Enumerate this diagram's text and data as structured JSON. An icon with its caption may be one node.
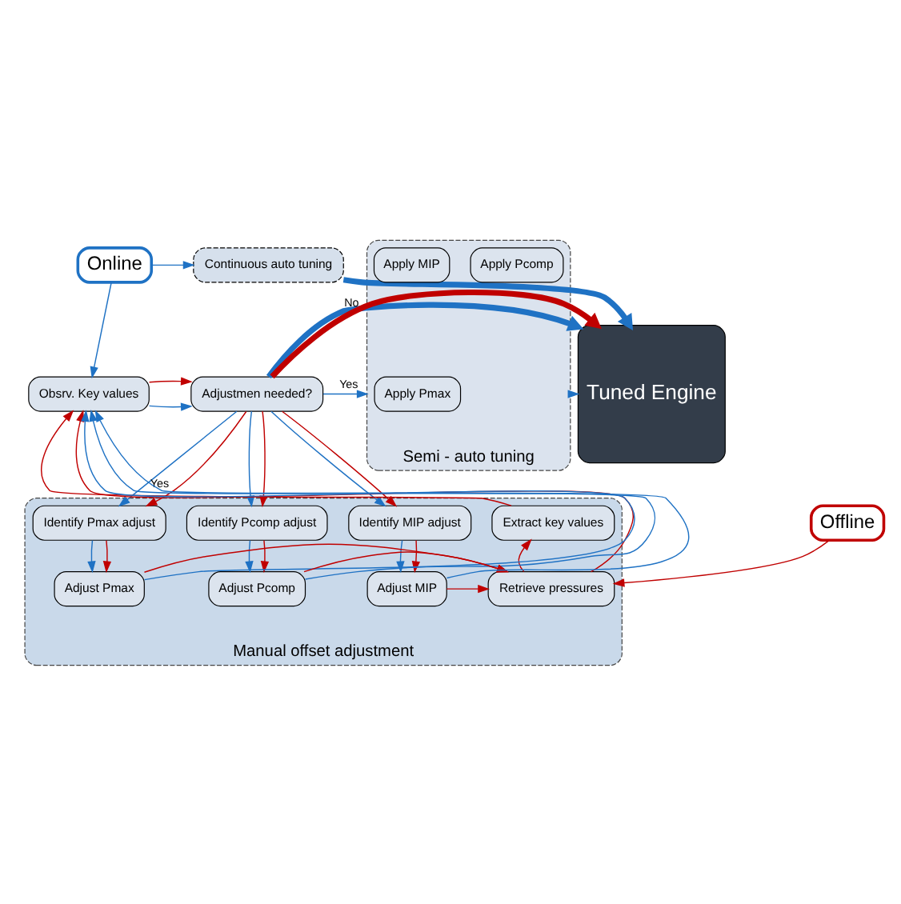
{
  "diagram": {
    "nodes": [
      {
        "text": [
          "Online"
        ]
      },
      {
        "text": [
          "Continuous auto tuning"
        ]
      },
      {
        "text": [
          "Tuned Engine"
        ]
      },
      {
        "text": [
          "Semi - auto tuning"
        ]
      },
      {
        "text": [
          "Apply Pmax"
        ],
        "in": 3
      },
      {
        "text": [
          "Apply Pcomp"
        ],
        "in": 3
      },
      {
        "text": [
          "Apply MIP"
        ],
        "in": 3
      },
      {
        "text": [
          "Obsrv. Key values"
        ]
      },
      {
        "text": [
          "Adjustmen needed?"
        ]
      },
      {
        "text": [
          "Manual offset adjustment"
        ]
      },
      {
        "text": [
          "Extract key values"
        ],
        "in": 9
      },
      {
        "text": [
          "Identify Pmax adjust"
        ],
        "in": 9
      },
      {
        "text": [
          "Identify Pcomp adjust"
        ],
        "in": 9
      },
      {
        "text": [
          "Identify MIP adjust"
        ],
        "in": 9
      },
      {
        "text": [
          "Retrieve pressures"
        ],
        "in": 9
      },
      {
        "text": [
          "Adjust Pmax"
        ],
        "in": 9
      },
      {
        "text": [
          "Adjust Pcomp"
        ],
        "in": 9
      },
      {
        "text": [
          "Adjust MIP"
        ],
        "in": 9
      },
      {
        "text": [
          "Offline"
        ]
      }
    ],
    "edges": [
      {
        "from": 0,
        "to": 1,
        "arrow": "to",
        "color": "#1f72c4"
      },
      {
        "from": 1,
        "to": 2,
        "arrow": "to",
        "style": "thick",
        "color": "#1f72c4"
      },
      {
        "from": 0,
        "to": 7,
        "arrow": "to",
        "color": "#1f72c4"
      },
      {
        "from": 3,
        "to": 2,
        "arrow": "to",
        "color": "#1f72c4"
      },
      {
        "from": 8,
        "to": 3,
        "arrow": "to",
        "label": "Yes",
        "color": "#1f72c4"
      },
      {
        "from": 7,
        "to": 8,
        "arrow": "to",
        "color": "#1f72c4"
      },
      {
        "from": 7,
        "to": 8,
        "arrow": "to",
        "color": "#c00000"
      },
      {
        "from": 8,
        "to": 2,
        "arrow": "to",
        "label": "No",
        "style": "thick",
        "color": "#1f72c4"
      },
      {
        "from": 8,
        "to": 2,
        "arrow": "to",
        "style": "thick",
        "color": "#c00000"
      },
      {
        "from": 8,
        "to": 11,
        "arrow": "to",
        "label": "Yes",
        "color": "#1f72c4"
      },
      {
        "from": 8,
        "to": 11,
        "arrow": "to",
        "color": "#c00000"
      },
      {
        "from": 8,
        "to": 12,
        "arrow": "to",
        "color": "#1f72c4"
      },
      {
        "from": 8,
        "to": 12,
        "arrow": "to",
        "color": "#c00000"
      },
      {
        "from": 8,
        "to": 13,
        "arrow": "to",
        "color": "#1f72c4"
      },
      {
        "from": 8,
        "to": 13,
        "arrow": "to",
        "color": "#c00000"
      },
      {
        "from": 11,
        "to": 15,
        "arrow": "to",
        "color": "#1f72c4"
      },
      {
        "from": 11,
        "to": 15,
        "arrow": "to",
        "color": "#c00000"
      },
      {
        "from": 12,
        "to": 16,
        "arrow": "to",
        "color": "#1f72c4"
      },
      {
        "from": 12,
        "to": 16,
        "arrow": "to",
        "color": "#c00000"
      },
      {
        "from": 13,
        "to": 17,
        "arrow": "to",
        "color": "#1f72c4"
      },
      {
        "from": 13,
        "to": 17,
        "arrow": "to",
        "color": "#c00000"
      },
      {
        "from": 15,
        "to": 7,
        "arrow": "to",
        "color": "#1f72c4"
      },
      {
        "from": 16,
        "to": 7,
        "arrow": "to",
        "color": "#1f72c4"
      },
      {
        "from": 17,
        "to": 7,
        "arrow": "to",
        "color": "#1f72c4"
      },
      {
        "from": 15,
        "to": 14,
        "arrow": "to",
        "color": "#c00000"
      },
      {
        "from": 16,
        "to": 14,
        "arrow": "to",
        "color": "#c00000"
      },
      {
        "from": 17,
        "to": 14,
        "arrow": "to",
        "color": "#c00000"
      },
      {
        "from": 18,
        "to": 14,
        "arrow": "to",
        "color": "#c00000"
      },
      {
        "from": 14,
        "to": 10,
        "arrow": "to",
        "color": "#c00000"
      },
      {
        "from": 14,
        "to": 7,
        "arrow": "to",
        "color": "#c00000"
      },
      {
        "from": 10,
        "to": 7,
        "arrow": "to",
        "color": "#c00000"
      }
    ]
  }
}
